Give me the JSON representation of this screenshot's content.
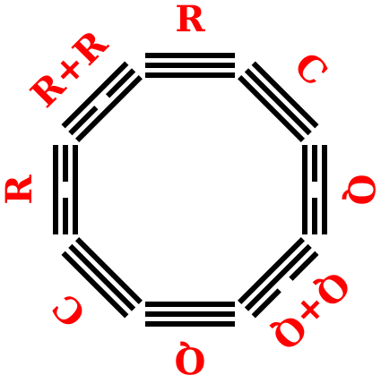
{
  "colors": {
    "bars": "#000000",
    "labels": "#ff0000",
    "background": "#ffffff"
  },
  "trigrams": [
    {
      "id": "top",
      "label": "R",
      "lines": [
        "solid",
        "solid",
        "solid"
      ]
    },
    {
      "id": "top-right",
      "label": "C",
      "lines": [
        "solid",
        "solid",
        "solid"
      ]
    },
    {
      "id": "right",
      "label": "Q",
      "lines": [
        "solid",
        "broken",
        "solid"
      ]
    },
    {
      "id": "bottom-right",
      "label": "Q+Q",
      "lines": [
        "solid",
        "solid",
        "broken"
      ]
    },
    {
      "id": "bottom",
      "label": "Q",
      "lines": [
        "solid",
        "solid",
        "solid"
      ]
    },
    {
      "id": "bottom-left",
      "label": "C",
      "lines": [
        "solid",
        "solid",
        "solid"
      ]
    },
    {
      "id": "left",
      "label": "R",
      "lines": [
        "solid",
        "broken",
        "solid"
      ]
    },
    {
      "id": "top-left",
      "label": "R+R",
      "lines": [
        "solid",
        "broken",
        "solid"
      ]
    }
  ]
}
